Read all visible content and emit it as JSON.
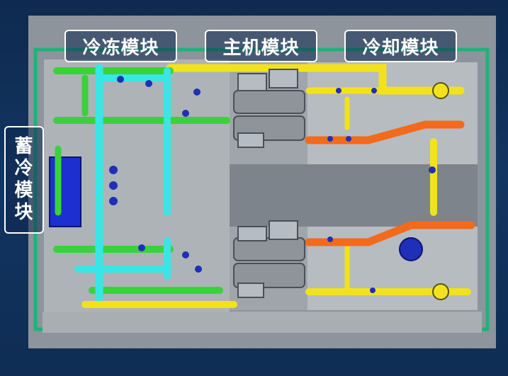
{
  "labels": {
    "freeze_module": "冷冻模块",
    "main_module": "主机模块",
    "cooling_module": "冷却模块",
    "storage_module": [
      "蓄",
      "冷",
      "模",
      "块"
    ]
  },
  "colors": {
    "background": "#123561",
    "floor": "#9aa0a6",
    "floor_edge": "#1fb27a",
    "pipe_green": "#3ad23a",
    "pipe_cyan": "#38e6e6",
    "pipe_yellow": "#f2e21c",
    "pipe_orange": "#f26a1b",
    "valve_blue": "#1f2fb8",
    "tank_blue": "#1c2fd0",
    "chiller_gray": "#8e949a",
    "label_border": "#ffffff"
  }
}
